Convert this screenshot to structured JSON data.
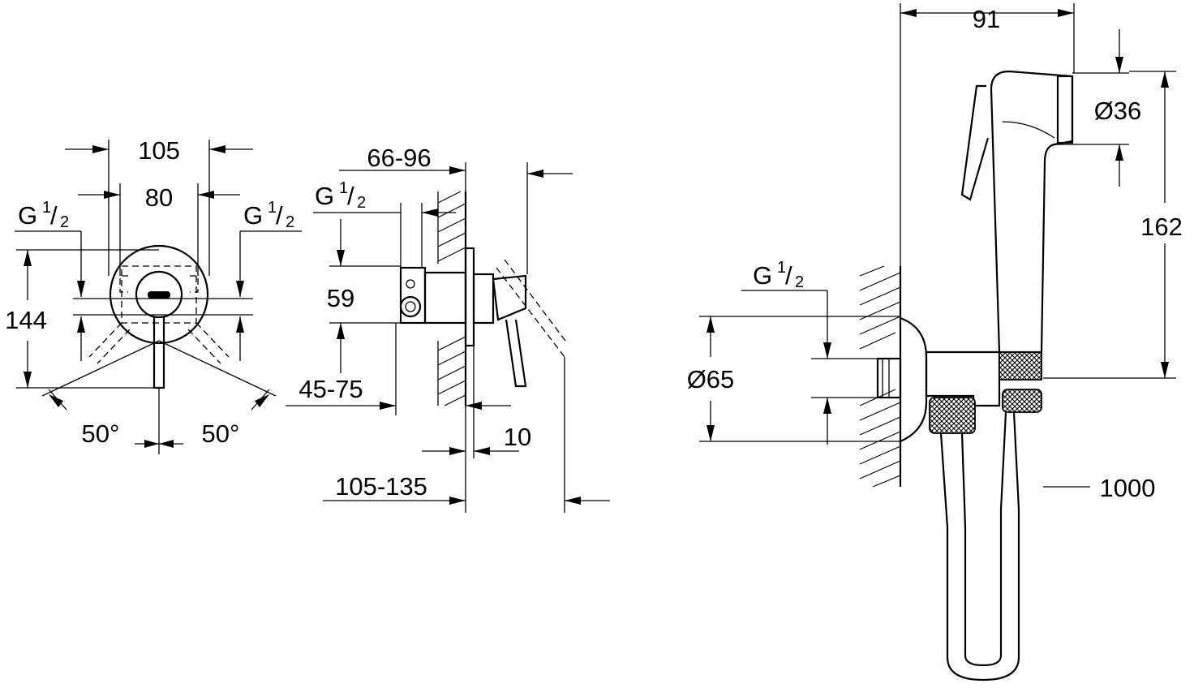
{
  "front_view": {
    "width_outer": "105",
    "width_inner": "80",
    "thread_left": {
      "letter": "G",
      "num": "1",
      "den": "2"
    },
    "thread_right": {
      "letter": "G",
      "num": "1",
      "den": "2"
    },
    "height": "144",
    "angle_left": "50°",
    "angle_right": "50°"
  },
  "side_view": {
    "depth_range": "66-96",
    "thread": {
      "letter": "G",
      "num": "1",
      "den": "2"
    },
    "height": "59",
    "inset_range": "45-75",
    "plate_offset": "10",
    "total_range": "105-135"
  },
  "hand_shower_view": {
    "reach": "91",
    "head_diameter": "Ø36",
    "height": "162",
    "thread": {
      "letter": "G",
      "num": "1",
      "den": "2"
    },
    "flange_diameter": "Ø65",
    "hose_length": "1000"
  }
}
